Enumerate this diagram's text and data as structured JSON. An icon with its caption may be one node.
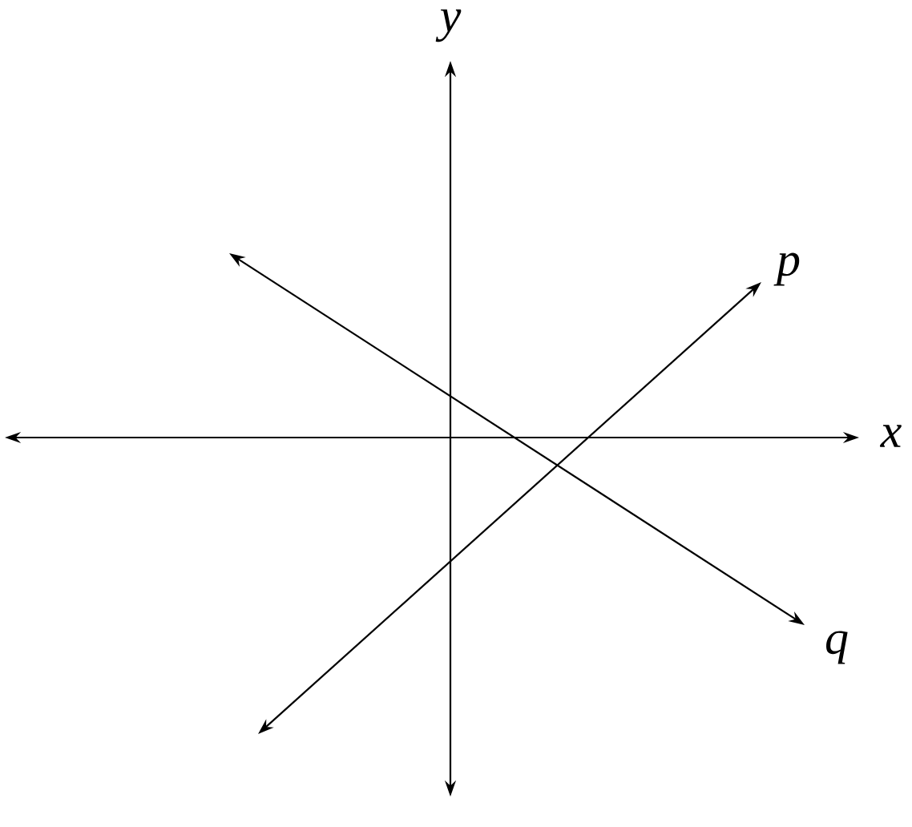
{
  "diagram": {
    "labels": [
      "y",
      "p",
      "x",
      "q"
    ]
  }
}
